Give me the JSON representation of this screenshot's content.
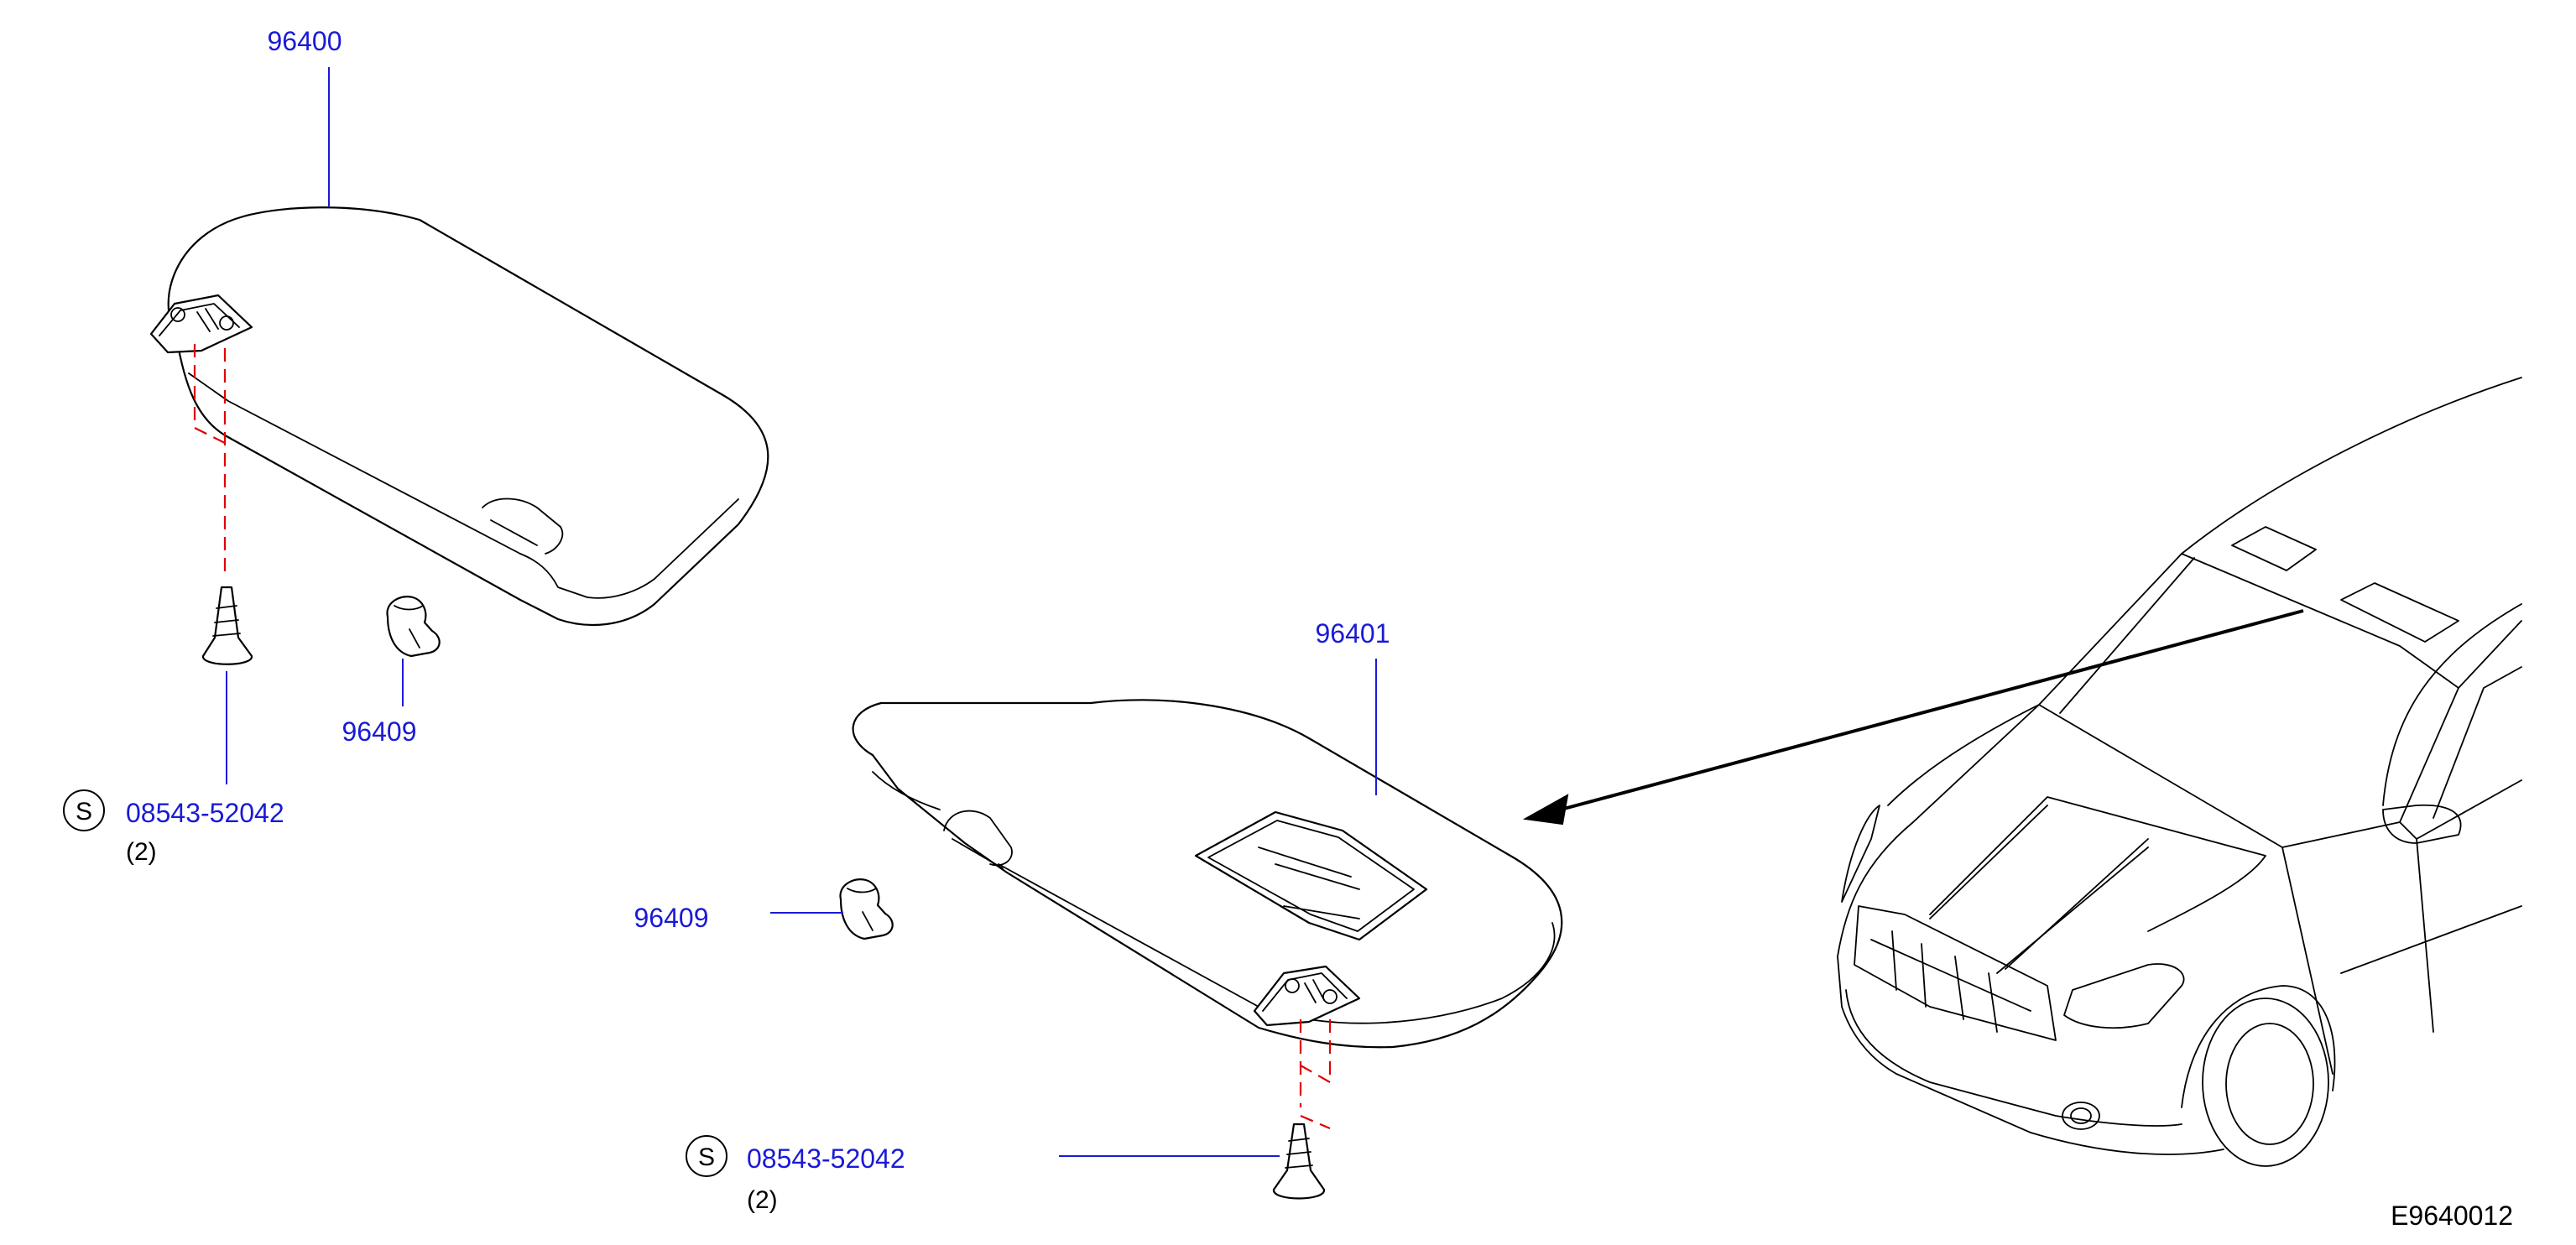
{
  "diagram": {
    "reference_code": "E9640012",
    "colors": {
      "label": "#1a1ad6",
      "guide": "#e00000",
      "line": "#000000"
    },
    "callouts": {
      "visor_left": {
        "part_number": "96400"
      },
      "visor_right": {
        "part_number": "96401"
      },
      "holder_left": {
        "part_number": "96409"
      },
      "holder_right": {
        "part_number": "96409"
      },
      "screw_left": {
        "symbol": "S",
        "part_number": "08543-52042",
        "quantity": "(2)"
      },
      "screw_right": {
        "symbol": "S",
        "part_number": "08543-52042",
        "quantity": "(2)"
      }
    }
  }
}
